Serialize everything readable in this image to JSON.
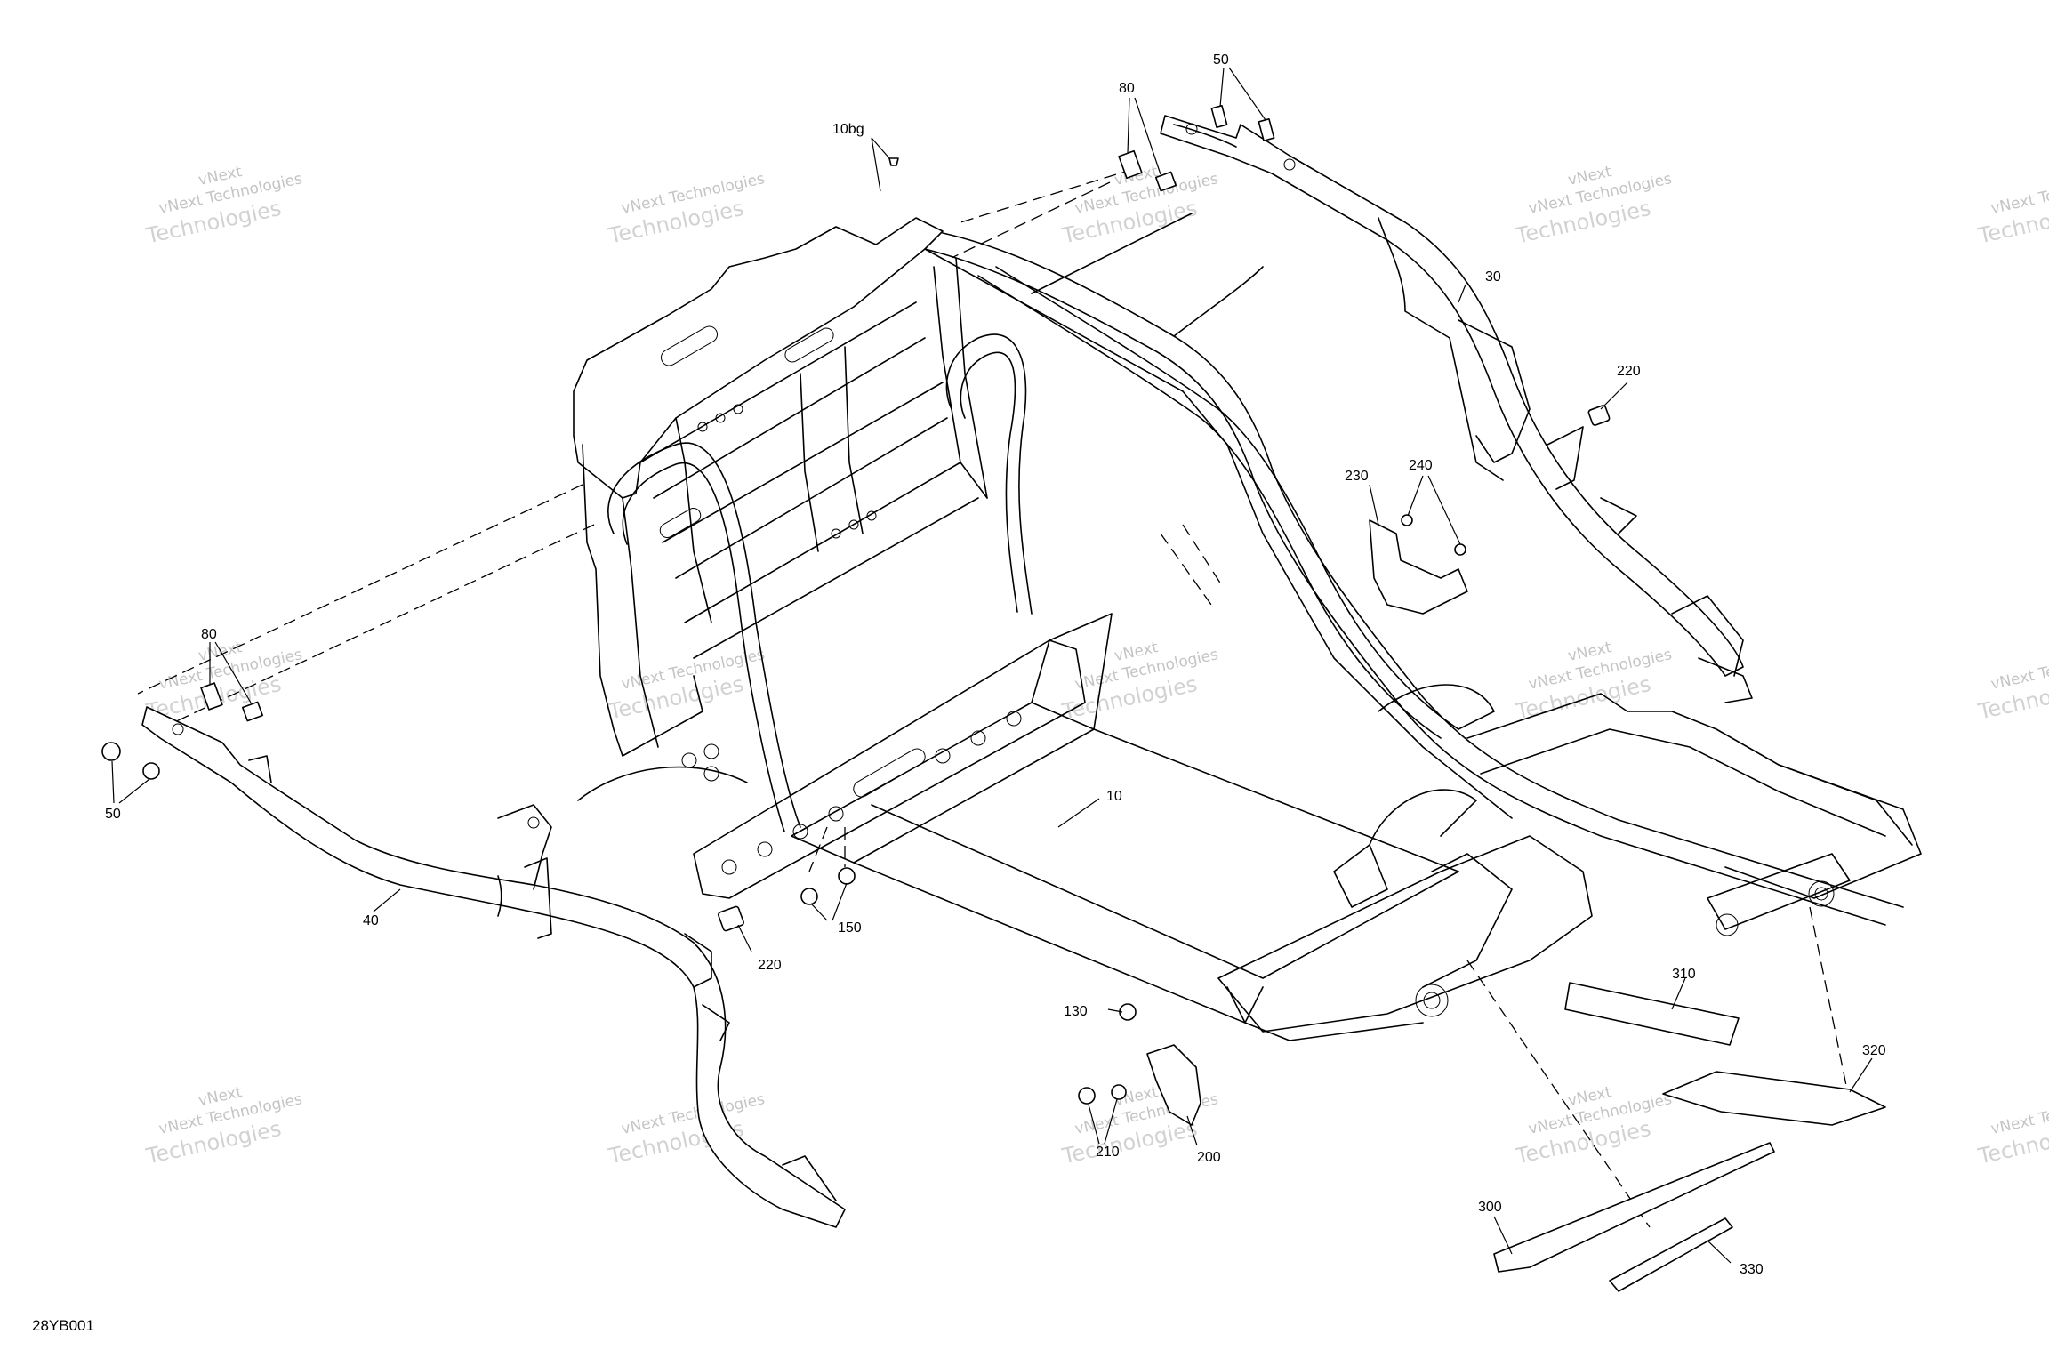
{
  "diagram_ref": "28YB001",
  "watermark": {
    "line1": "vNext Technologies",
    "line2": "vNext",
    "line3": "Technologies"
  },
  "callouts": {
    "c10": "10",
    "c10bg": "10bg",
    "c30": "30",
    "c40": "40",
    "c50a": "50",
    "c50b": "50",
    "c80a": "80",
    "c80b": "80",
    "c130": "130",
    "c150": "150",
    "c200": "200",
    "c210": "210",
    "c220a": "220",
    "c220b": "220",
    "c230": "230",
    "c240": "240",
    "c300": "300",
    "c310": "310",
    "c320": "320",
    "c330": "330"
  }
}
